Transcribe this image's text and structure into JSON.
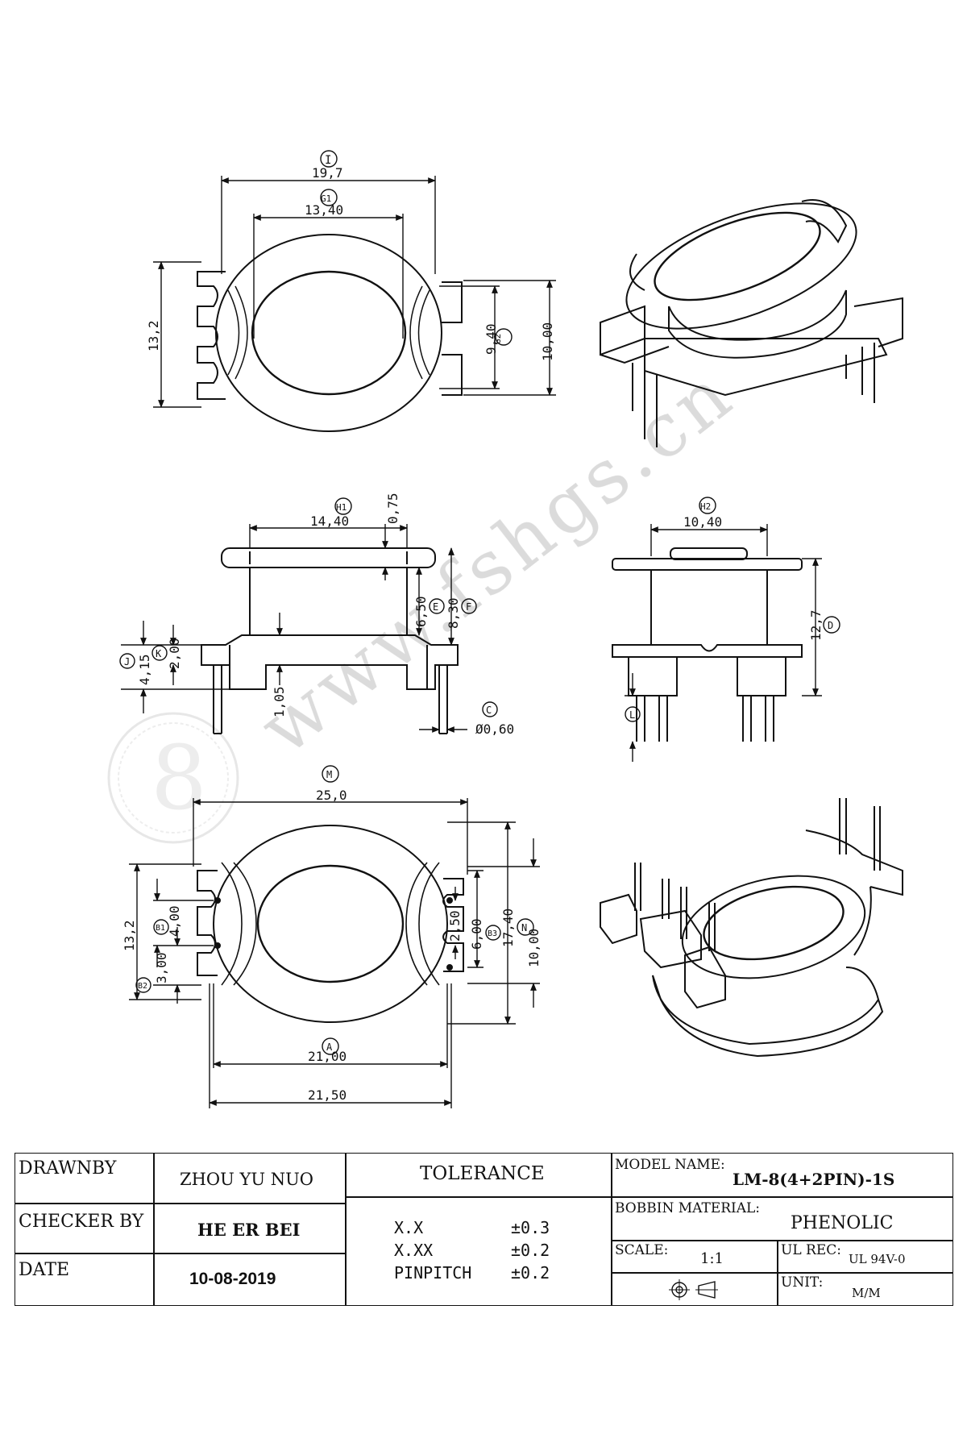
{
  "watermark": "www.fshgs.cn",
  "dims": {
    "I": "I",
    "I_val": "19,7",
    "G1": "G1",
    "G1_val": "13,40",
    "height_top": "13,2",
    "G2": "G2",
    "G2_val": "9,40",
    "h10": "10,00",
    "H1": "H1",
    "H1_val": "14,40",
    "t075": "0,75",
    "E": "E",
    "E_val": "6,50",
    "F": "F",
    "F_val": "8,30",
    "J": "J",
    "J_val": "4,15",
    "K": "K",
    "K_val": "2,00",
    "d105": "1,05",
    "C": "C",
    "C_val": "Ø0,60",
    "H2": "H2",
    "H2_val": "10,40",
    "D": "D",
    "D_val": "12,7",
    "L": "L",
    "M": "M",
    "M_val": "25,0",
    "height_bot": "13,2",
    "B1": "B1",
    "B1_val": "4,00",
    "B2": "B2",
    "B2_val": "3,00",
    "b250": "2,50",
    "b600": "6,00",
    "B3": "B3",
    "N": "N",
    "N_val": "17,40",
    "b1000": "10,00",
    "A": "A",
    "A_val": "21,00",
    "w2150": "21,50"
  },
  "title_block": {
    "drawnby_label": "DRAWNBY",
    "drawnby_value": "ZHOU YU NUO",
    "checker_label": "CHECKER BY",
    "checker_value": "HE ER BEI",
    "date_label": "DATE",
    "date_value": "10-08-2019",
    "tolerance_label": "TOLERANCE",
    "tol_rows": [
      {
        "name": "X.X",
        "value": "±0.3"
      },
      {
        "name": "X.XX",
        "value": "±0.2"
      },
      {
        "name": "PINPITCH",
        "value": "±0.2"
      }
    ],
    "model_label": "MODEL NAME:",
    "model_value": "LM-8(4+2PIN)-1S",
    "material_label": "BOBBIN MATERIAL:",
    "material_value": "PHENOLIC",
    "scale_label": "SCALE:",
    "scale_value": "1:1",
    "ulrec_label": "UL REC:",
    "ulrec_value": "UL 94V-0",
    "unit_label": "UNIT:",
    "unit_value": "M/M"
  }
}
